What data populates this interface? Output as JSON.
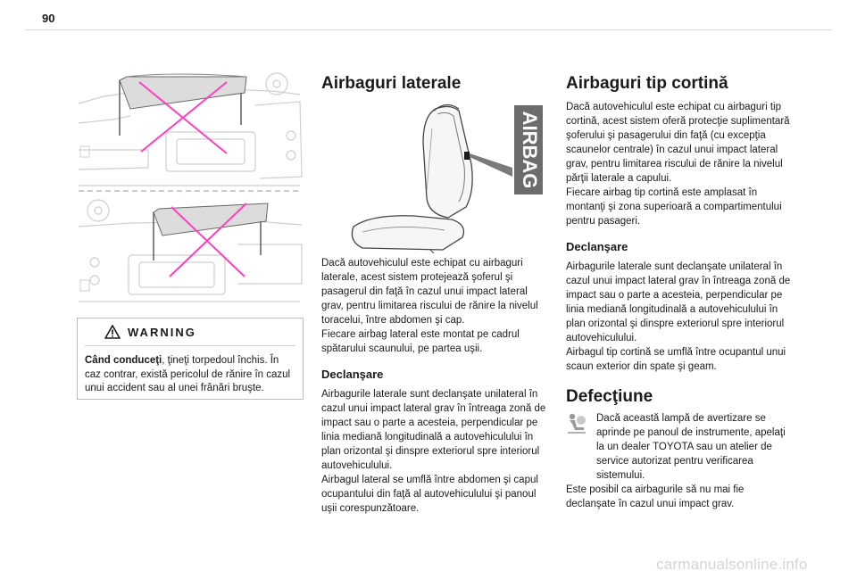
{
  "page": {
    "number": "90"
  },
  "warning": {
    "title": "WARNING",
    "text_bold": "Când conduceţi",
    "text_rest": ", ţineţi torpedoul închis. În caz contrar, există pericolul de rănire în cazul unui accident sau al unei frânări bruşte."
  },
  "side_airbags": {
    "title": "Airbaguri laterale",
    "badge": "AIRBAG",
    "intro": "Dacă autovehiculul este echipat cu airbaguri laterale, acest sistem protejează şoferul şi pasagerul din faţă în cazul unui impact lateral grav, pentru limitarea riscului de rănire la nivelul toracelui, între abdomen şi cap.",
    "location": "Fiecare airbag lateral este montat pe cadrul spătarului scaunului, pe partea uşii.",
    "trigger_title": "Declanşare",
    "trigger_text": "Airbagurile laterale sunt declanşate unilateral în cazul unui impact lateral grav în întreaga zonă de impact sau o parte a acesteia, perpendicular pe linia mediană longitudinală a autovehiculului în plan orizontal şi dinspre exteriorul spre interiorul autovehiculului.",
    "inflate_text": "Airbagul lateral se umflă între abdomen şi capul ocupantului din faţă al autovehiculului şi panoul uşii corespunzătoare."
  },
  "curtain_airbags": {
    "title": "Airbaguri tip cortină",
    "intro": "Dacă autovehiculul este echipat cu airbaguri tip cortină, acest sistem oferă protecţie suplimentară şoferului şi pasagerului din faţă (cu excepţia scaunelor centrale) în cazul unui impact lateral grav, pentru limitarea riscului de rănire la nivelul părţii laterale a capului.",
    "location": "Fiecare airbag tip cortină este amplasat în montanţi şi zona superioară a compartimentului pentru pasageri.",
    "trigger_title": "Declanşare",
    "trigger_text": "Airbagurile laterale sunt declanşate unilateral în cazul unui impact lateral grav în întreaga zonă de impact sau o parte a acesteia, perpendicular pe linia mediană longitudinală a autovehiculului în plan orizontal şi dinspre exteriorul spre interiorul autovehiculului.",
    "inflate_text": "Airbagul tip cortină se umflă între ocupantul unui scaun exterior din spate şi geam."
  },
  "fault": {
    "title": "Defecţiune",
    "text": "Dacă această lampă de avertizare se aprinde pe panoul de instrumente, apelaţi la un dealer TOYOTA sau un atelier de service autorizat pentru verificarea sistemului.",
    "text2": "Este posibil ca airbagurile să nu mai fie declanşate în cazul unui impact grav."
  },
  "watermark": "carmanualsonline.info",
  "colors": {
    "cross": "#ff3fbf",
    "badge_bg": "#6c6c6c"
  }
}
